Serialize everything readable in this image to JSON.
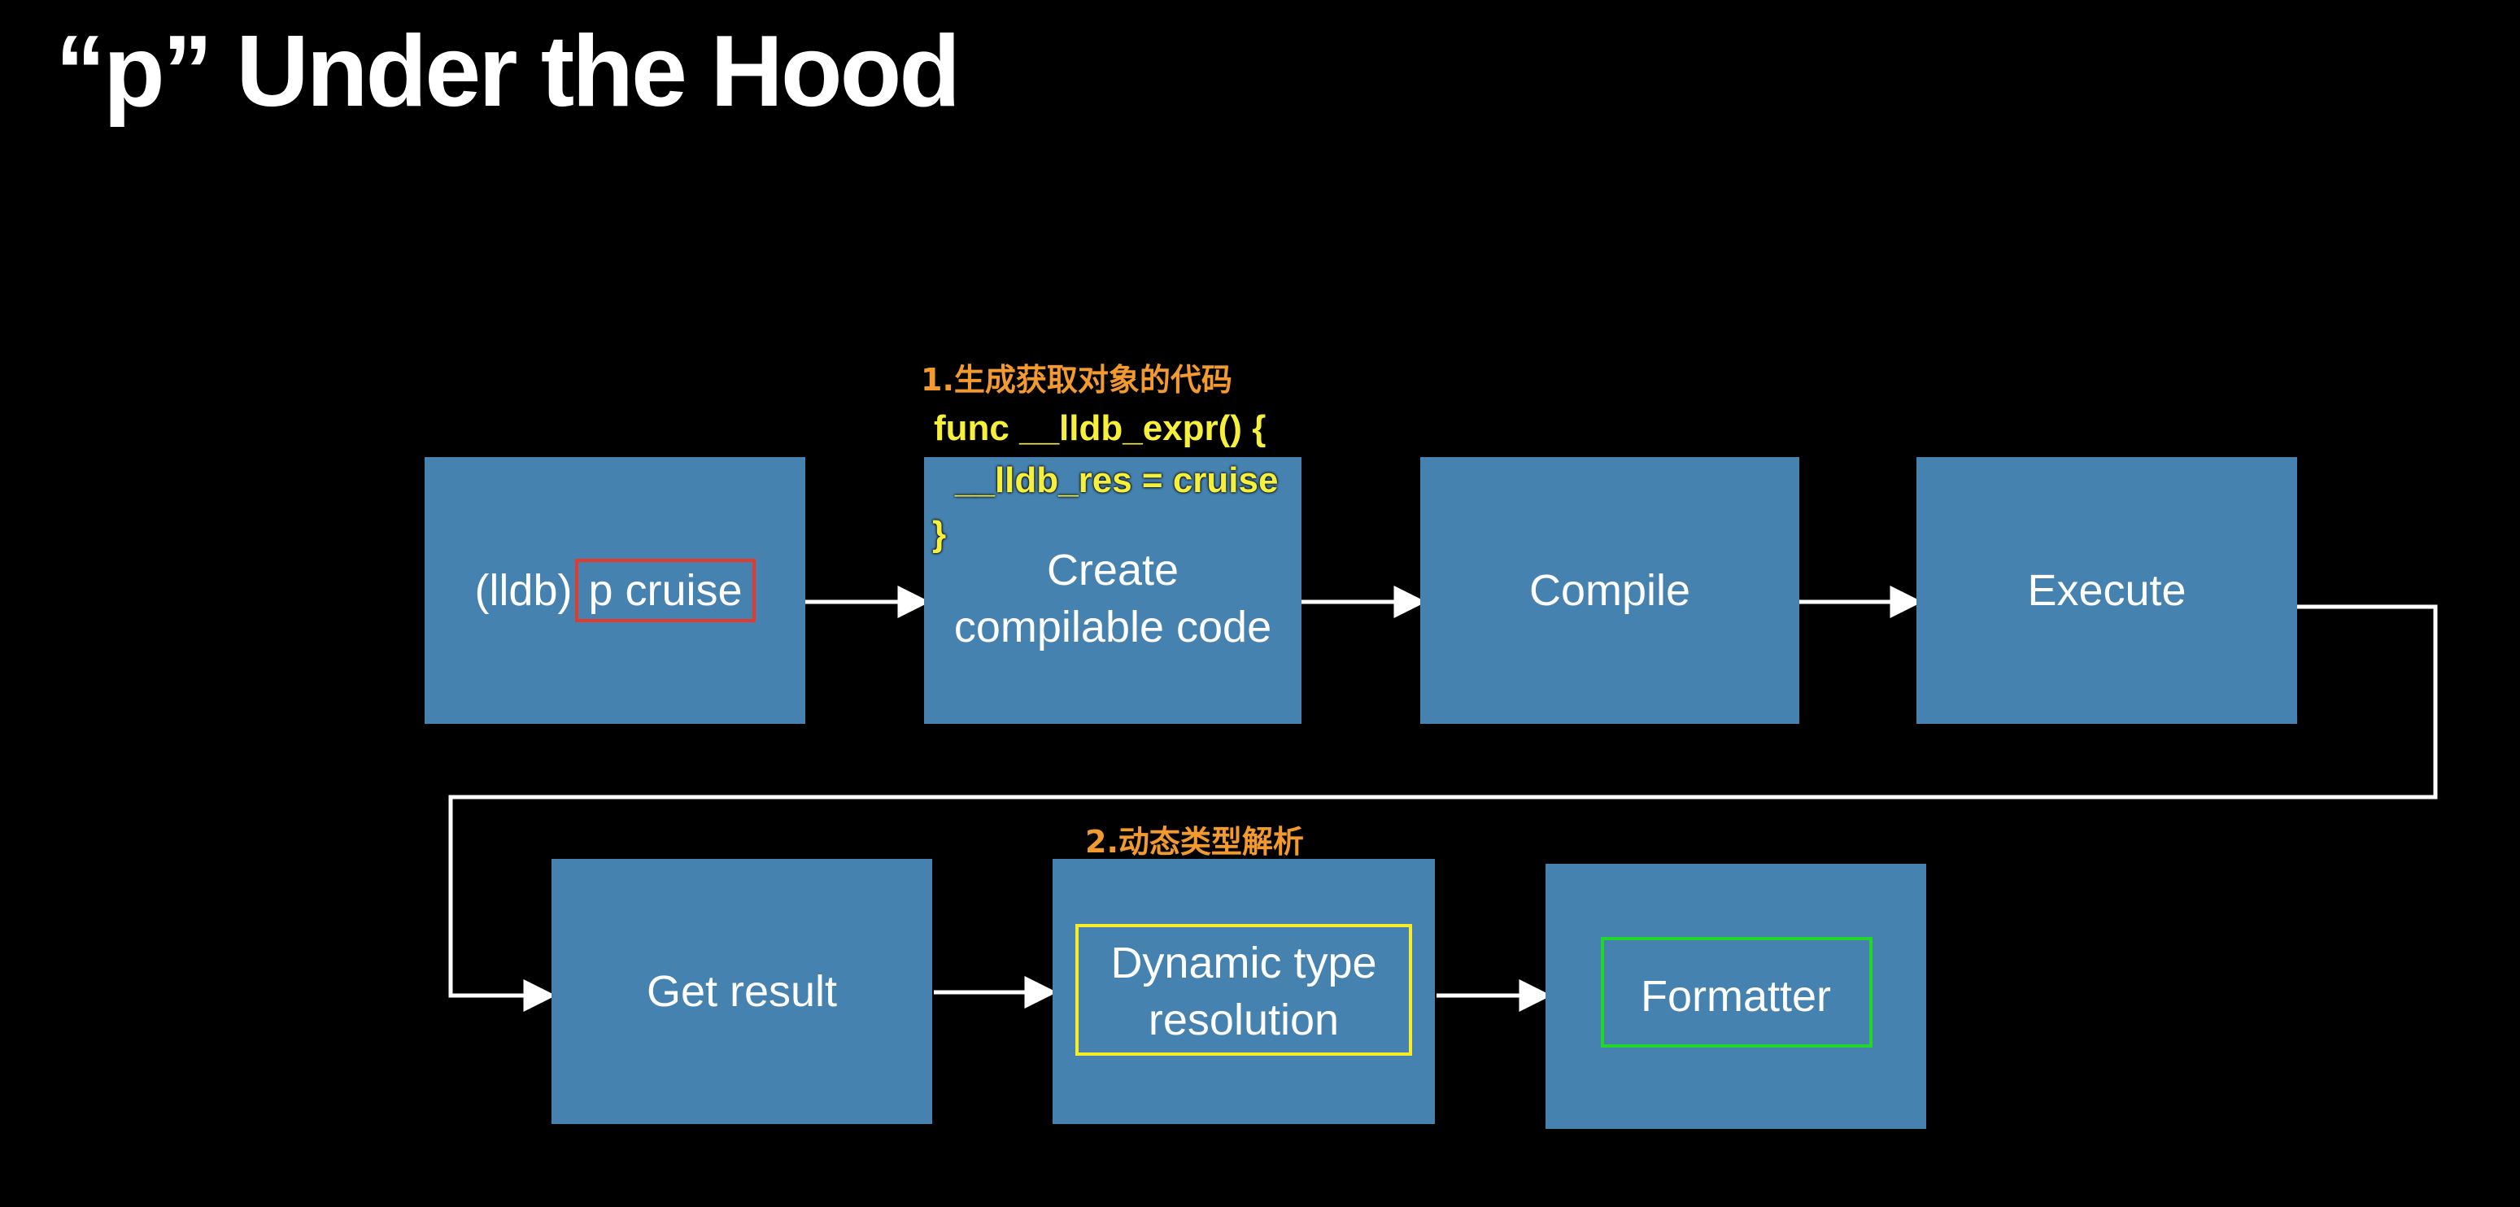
{
  "title": "“p” Under the Hood",
  "steps": {
    "command_prefix": "(lldb)",
    "command_highlight": "p cruise",
    "create_line1": "Create",
    "create_line2": "compilable code",
    "compile": "Compile",
    "execute": "Execute",
    "get_result": "Get result",
    "dynamic_line1": "Dynamic type",
    "dynamic_line2": "resolution",
    "formatter": "Formatter"
  },
  "annotations": {
    "step1_label": "1.生成获取对象的代码",
    "code_line1": "func __lldb_expr() {",
    "code_line2": "__lldb_res = cruise",
    "code_line3": "}",
    "step2_label": "2.动态类型解析"
  },
  "colors": {
    "background": "#000000",
    "box_fill": "#4682b0",
    "highlight_red": "#e33a2b",
    "highlight_yellow": "#f7ec28",
    "highlight_green": "#23d62a",
    "annotation_orange": "#f29a2e",
    "code_yellow": "#f6f03a"
  }
}
